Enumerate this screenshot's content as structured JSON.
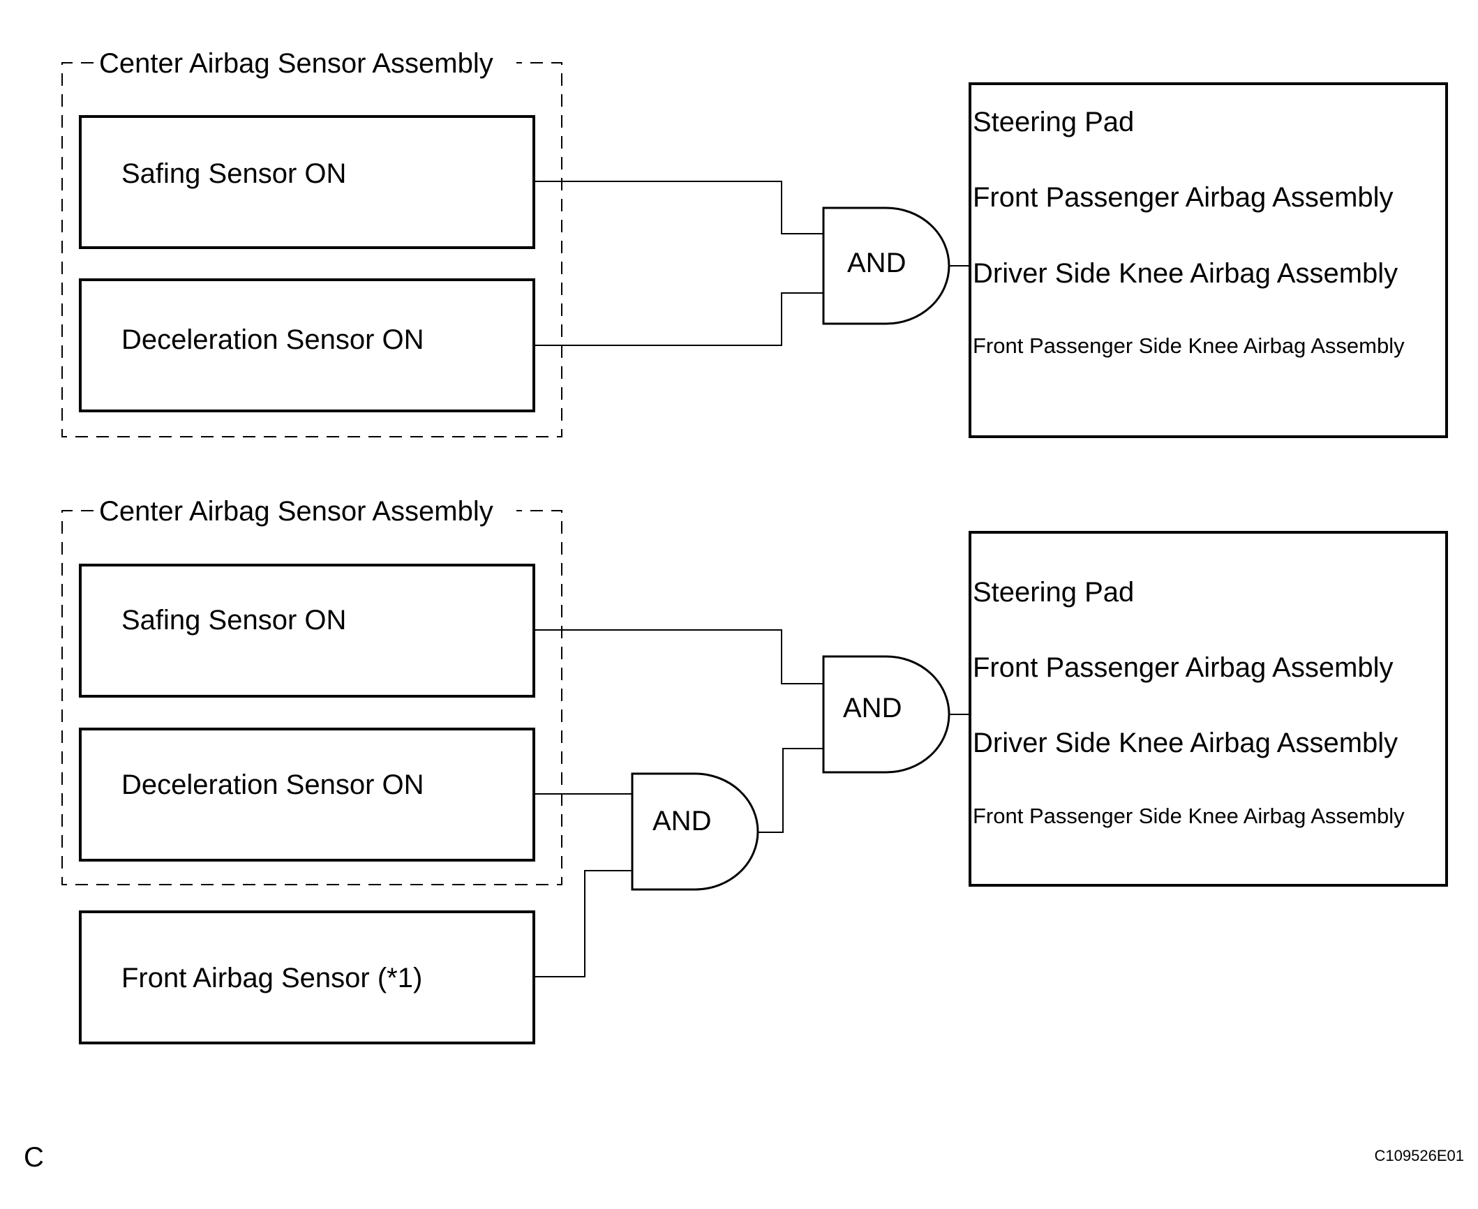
{
  "diagram_1": {
    "group_label": "Center Airbag Sensor Assembly",
    "safing_sensor": "Safing Sensor ON",
    "deceleration_sensor": "Deceleration Sensor ON",
    "gate": "AND",
    "outputs": [
      "Steering Pad",
      "Front Passenger Airbag Assembly",
      "Driver Side Knee Airbag Assembly",
      "Front Passenger Side Knee Airbag Assembly"
    ]
  },
  "diagram_2": {
    "group_label": "Center Airbag Sensor Assembly",
    "safing_sensor": "Safing Sensor ON",
    "deceleration_sensor": "Deceleration Sensor ON",
    "front_airbag_sensor": "Front Airbag Sensor (*1)",
    "gate_inner": "AND",
    "gate_outer": "AND",
    "outputs": [
      "Steering Pad",
      "Front Passenger Airbag Assembly",
      "Driver Side Knee Airbag Assembly",
      "Front Passenger Side Knee Airbag Assembly"
    ]
  },
  "footer": {
    "left_mark": "C",
    "figure_code": "C109526E01"
  }
}
